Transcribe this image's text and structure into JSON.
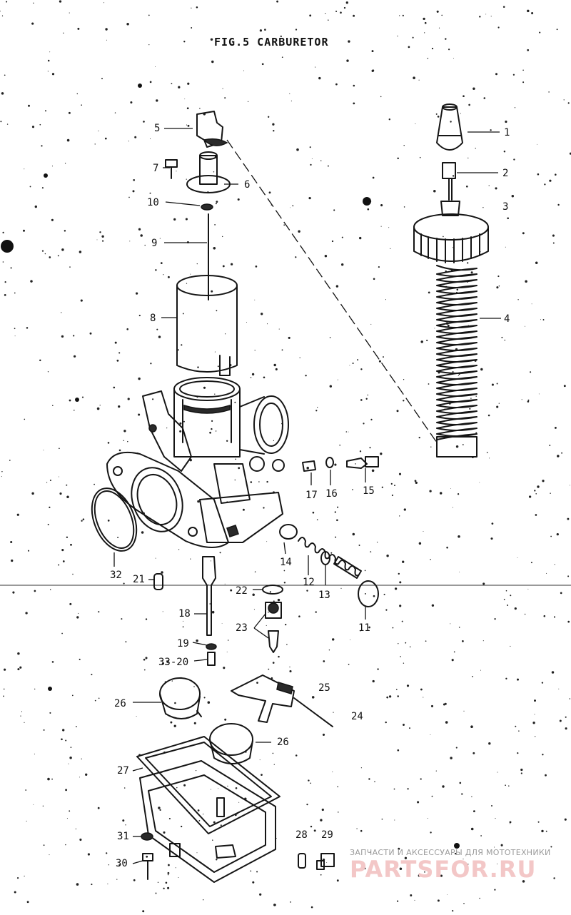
{
  "title": "FIG.5 CARBURETOR",
  "parts": [
    {
      "id": "1",
      "label": "1"
    },
    {
      "id": "2",
      "label": "2"
    },
    {
      "id": "3",
      "label": "3"
    },
    {
      "id": "4",
      "label": "4"
    },
    {
      "id": "5",
      "label": "5"
    },
    {
      "id": "6",
      "label": "6"
    },
    {
      "id": "7",
      "label": "7"
    },
    {
      "id": "8",
      "label": "8"
    },
    {
      "id": "9",
      "label": "9"
    },
    {
      "id": "10",
      "label": "10"
    },
    {
      "id": "11",
      "label": "11"
    },
    {
      "id": "12",
      "label": "12"
    },
    {
      "id": "13",
      "label": "13"
    },
    {
      "id": "14",
      "label": "14"
    },
    {
      "id": "15",
      "label": "15"
    },
    {
      "id": "16",
      "label": "16"
    },
    {
      "id": "17",
      "label": "17"
    },
    {
      "id": "18",
      "label": "18"
    },
    {
      "id": "19",
      "label": "19"
    },
    {
      "id": "20",
      "label": "33-20"
    },
    {
      "id": "21",
      "label": "21"
    },
    {
      "id": "22",
      "label": "22"
    },
    {
      "id": "23",
      "label": "23"
    },
    {
      "id": "24",
      "label": "24"
    },
    {
      "id": "25",
      "label": "25"
    },
    {
      "id": "26a",
      "label": "26"
    },
    {
      "id": "26b",
      "label": "26"
    },
    {
      "id": "27",
      "label": "27"
    },
    {
      "id": "28",
      "label": "28"
    },
    {
      "id": "29",
      "label": "29"
    },
    {
      "id": "30",
      "label": "30"
    },
    {
      "id": "31",
      "label": "31"
    },
    {
      "id": "32",
      "label": "32"
    }
  ],
  "watermark": {
    "line1": "ЗАПЧАСТИ И АКСЕССУАРЫ ДЛЯ МОТОТЕХНИКИ",
    "line2": "PARTSFOR.RU"
  }
}
